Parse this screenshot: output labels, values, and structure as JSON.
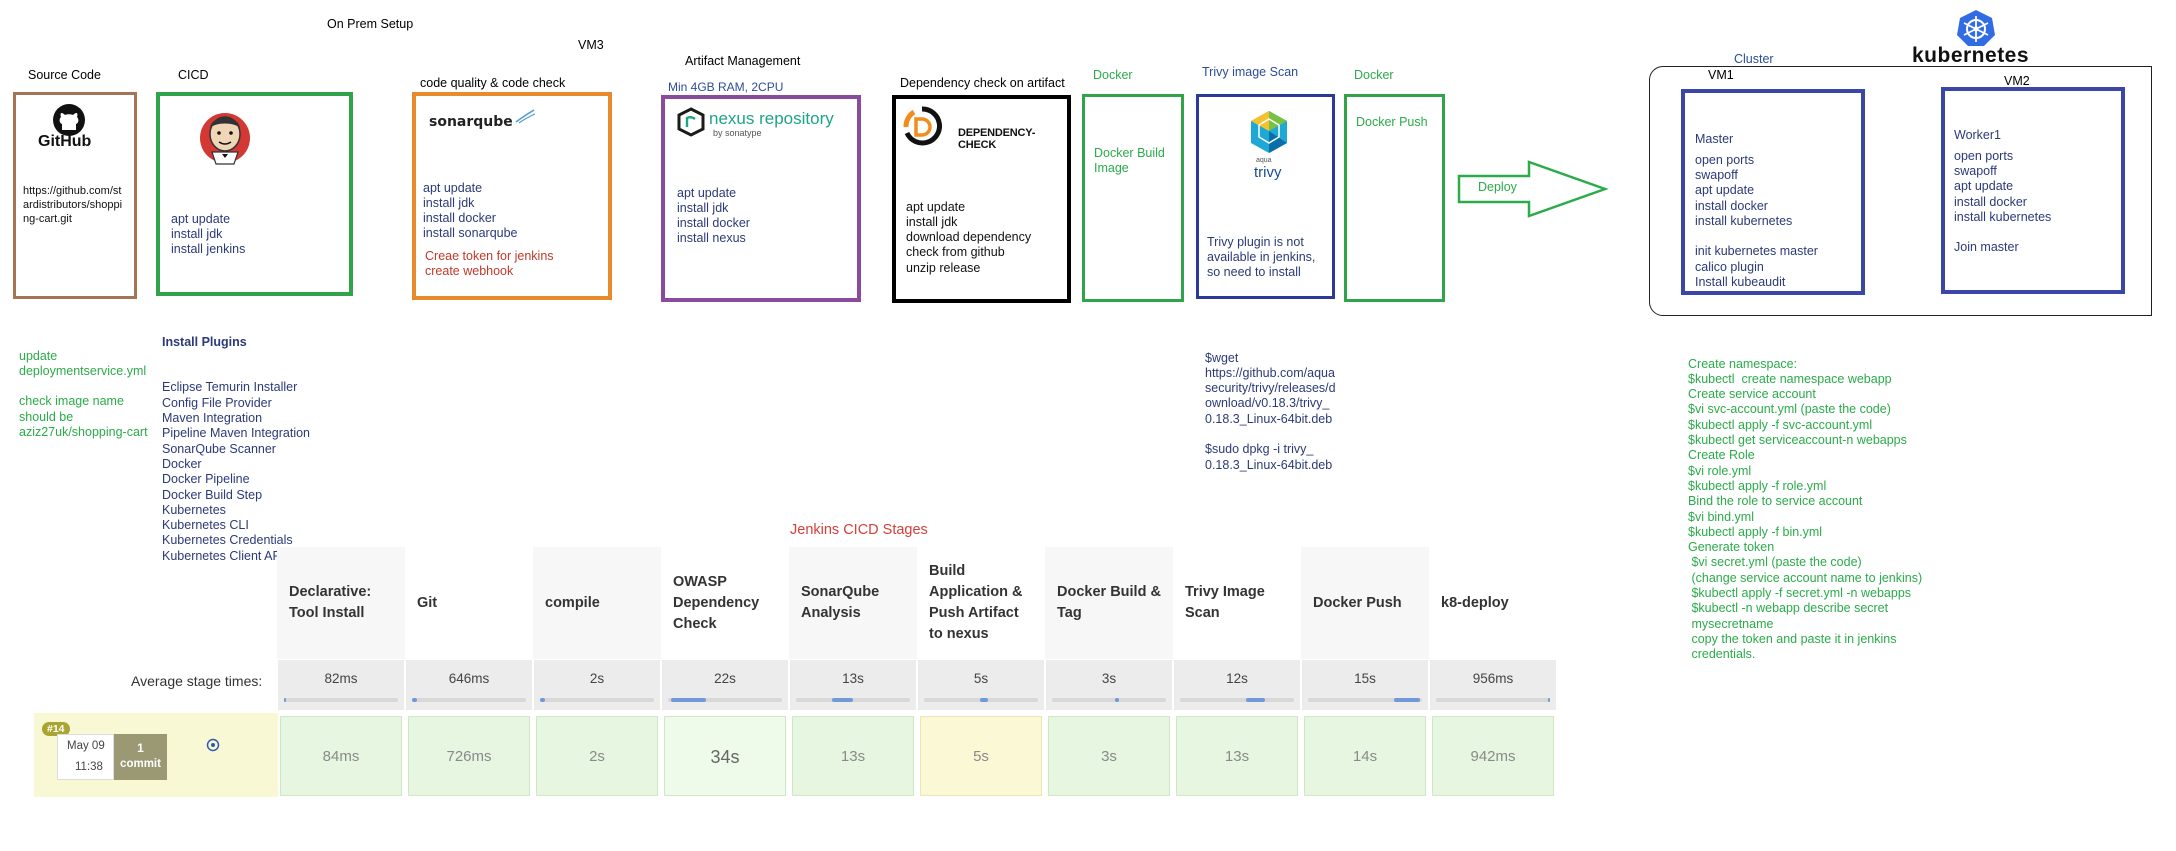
{
  "header": {
    "on_prem": "On Prem Setup",
    "vm3": "VM3",
    "cluster": "Cluster",
    "vm1": "VM1",
    "vm2": "VM2",
    "kubernetes_word": "kubernetes"
  },
  "labels": {
    "source_code": "Source Code",
    "cicd": "CICD",
    "code_quality": "code quality & code check",
    "artifact_mgmt": "Artifact Management",
    "nexus_req": "Min 4GB RAM, 2CPU",
    "dep_check": "Dependency check on artifact",
    "docker1": "Docker",
    "trivy_scan": "Trivy image Scan",
    "docker2": "Docker",
    "deploy": "Deploy"
  },
  "boxes": {
    "github": {
      "logo_text": "GitHub",
      "url_lines": [
        "https://github.com/st",
        "ardistributors/shoppi",
        "ng-cart.git"
      ]
    },
    "jenkins": {
      "lines": [
        "apt update",
        "install jdk",
        "install jenkins"
      ]
    },
    "sonar": {
      "logo_text": "sonarqube",
      "lines": [
        "apt update",
        "install jdk",
        "install docker",
        "install sonarqube"
      ],
      "red_lines": [
        "Creae token for jenkins",
        "create webhook"
      ]
    },
    "nexus": {
      "logo_text": "nexus repository",
      "logo_sub": "by sonatype",
      "lines": [
        "apt update",
        "install jdk",
        "install docker",
        "install nexus"
      ]
    },
    "dependency": {
      "logo_text": "DEPENDENCY-CHECK",
      "lines": [
        "apt update",
        "install jdk",
        "download dependency",
        "check from github",
        "unzip release"
      ]
    },
    "docker_build": {
      "lines": [
        "Docker Build",
        "Image"
      ]
    },
    "trivy": {
      "logo_top": "aqua",
      "logo_text": "trivy",
      "lines": [
        "Trivy plugin is not",
        "available in jenkins,",
        "so need to install"
      ]
    },
    "docker_push": {
      "lines": [
        "Docker Push"
      ]
    },
    "master": {
      "lines": [
        "Master",
        "",
        "open ports",
        "swapoff",
        "apt update",
        "install docker",
        "install kubernetes",
        "",
        "init kubernetes master",
        "calico plugin",
        "Install kubeaudit"
      ]
    },
    "worker": {
      "lines": [
        "Worker1",
        "",
        "open ports",
        "swapoff",
        "apt update",
        "install docker",
        "install kubernetes",
        "",
        "Join master"
      ]
    }
  },
  "notes": {
    "update": [
      "update",
      "deploymentservice.yml",
      "",
      "check image name",
      "should be",
      "aziz27uk/shopping-cart"
    ],
    "plugins_title": "Install Plugins",
    "plugins": [
      "Eclipse Temurin Installer",
      "Config File Provider",
      "Maven Integration",
      "Pipeline Maven Integration",
      "SonarQube Scanner",
      "Docker",
      "Docker Pipeline",
      "Docker Build Step",
      "Kubernetes",
      "Kubernetes CLI",
      "Kubernetes Credentials",
      "Kubernetes Client API"
    ],
    "trivy_cmds": [
      "$wget",
      "https://github.com/aqua",
      "security/trivy/releases/d",
      "ownload/v0.18.3/trivy_",
      "0.18.3_Linux-64bit.deb",
      "",
      "$sudo dpkg -i trivy_",
      "0.18.3_Linux-64bit.deb"
    ],
    "k8s_cmds": [
      "Create namespace:",
      "$kubectl  create namespace webapp",
      "Create service account",
      "$vi svc-account.yml (paste the code)",
      "$kubectl apply -f svc-account.yml",
      "$kubectl get serviceaccount-n webapps",
      "Create Role",
      "$vi role.yml",
      "$kubectl apply -f role.yml",
      "Bind the role to service account",
      "$vi bind.yml",
      "$kubectl apply -f bin.yml",
      "Generate token",
      " $vi secret.yml (paste the code)",
      " (change service account name to jenkins)",
      " $kubectl apply -f secret.yml -n webapps",
      " $kubectl -n webapp describe secret",
      " mysecretname",
      " copy the token and paste it in jenkins",
      " credentials."
    ]
  },
  "jenkins": {
    "title": "Jenkins CICD Stages",
    "avg_label": "Average stage times:",
    "build_no": "#14",
    "date": "May 09",
    "time": "11:38",
    "commit_count": "1",
    "commit_word": "commit",
    "stages": [
      {
        "name": "Declarative: Tool Install",
        "avg": "82ms",
        "run": "84ms",
        "bar": [
          0.0,
          0.02
        ]
      },
      {
        "name": "Git",
        "avg": "646ms",
        "run": "726ms",
        "bar": [
          0.0,
          0.04
        ]
      },
      {
        "name": "compile",
        "avg": "2s",
        "run": "2s",
        "bar": [
          0.0,
          0.04
        ]
      },
      {
        "name": "OWASP Dependency Check",
        "avg": "22s",
        "run": "34s",
        "bar": [
          0.03,
          0.33
        ]
      },
      {
        "name": "SonarQube Analysis",
        "avg": "13s",
        "run": "13s",
        "bar": [
          0.32,
          0.5
        ]
      },
      {
        "name": "Build Application & Push Artifact to nexus",
        "avg": "5s",
        "run": "5s",
        "bar": [
          0.49,
          0.56
        ]
      },
      {
        "name": "Docker Build & Tag",
        "avg": "3s",
        "run": "3s",
        "bar": [
          0.55,
          0.59
        ]
      },
      {
        "name": "Trivy Image Scan",
        "avg": "12s",
        "run": "13s",
        "bar": [
          0.58,
          0.75
        ]
      },
      {
        "name": "Docker Push",
        "avg": "15s",
        "run": "14s",
        "bar": [
          0.75,
          0.98
        ]
      },
      {
        "name": "k8-deploy",
        "avg": "956ms",
        "run": "942ms",
        "bar": [
          0.98,
          1.0
        ]
      }
    ]
  }
}
